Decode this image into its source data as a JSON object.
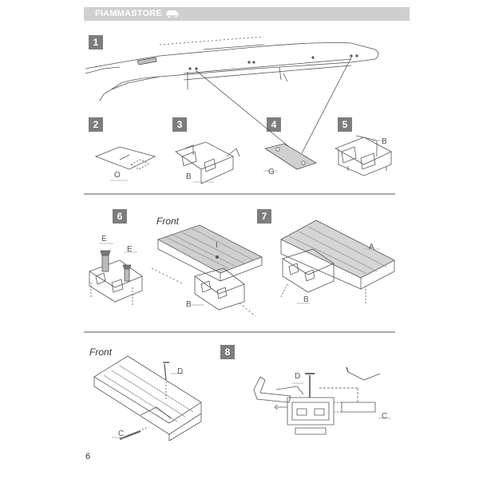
{
  "header": {
    "brand": "FIAMMASTORE",
    "icon": "van-icon"
  },
  "steps": [
    "1",
    "2",
    "3",
    "4",
    "5",
    "6",
    "7",
    "8"
  ],
  "labels": {
    "O": "O",
    "B": "B",
    "G": "G",
    "E": "E",
    "I": "I",
    "A": "A",
    "D": "D",
    "C": "C"
  },
  "front_label": "Front",
  "page_number": "6"
}
